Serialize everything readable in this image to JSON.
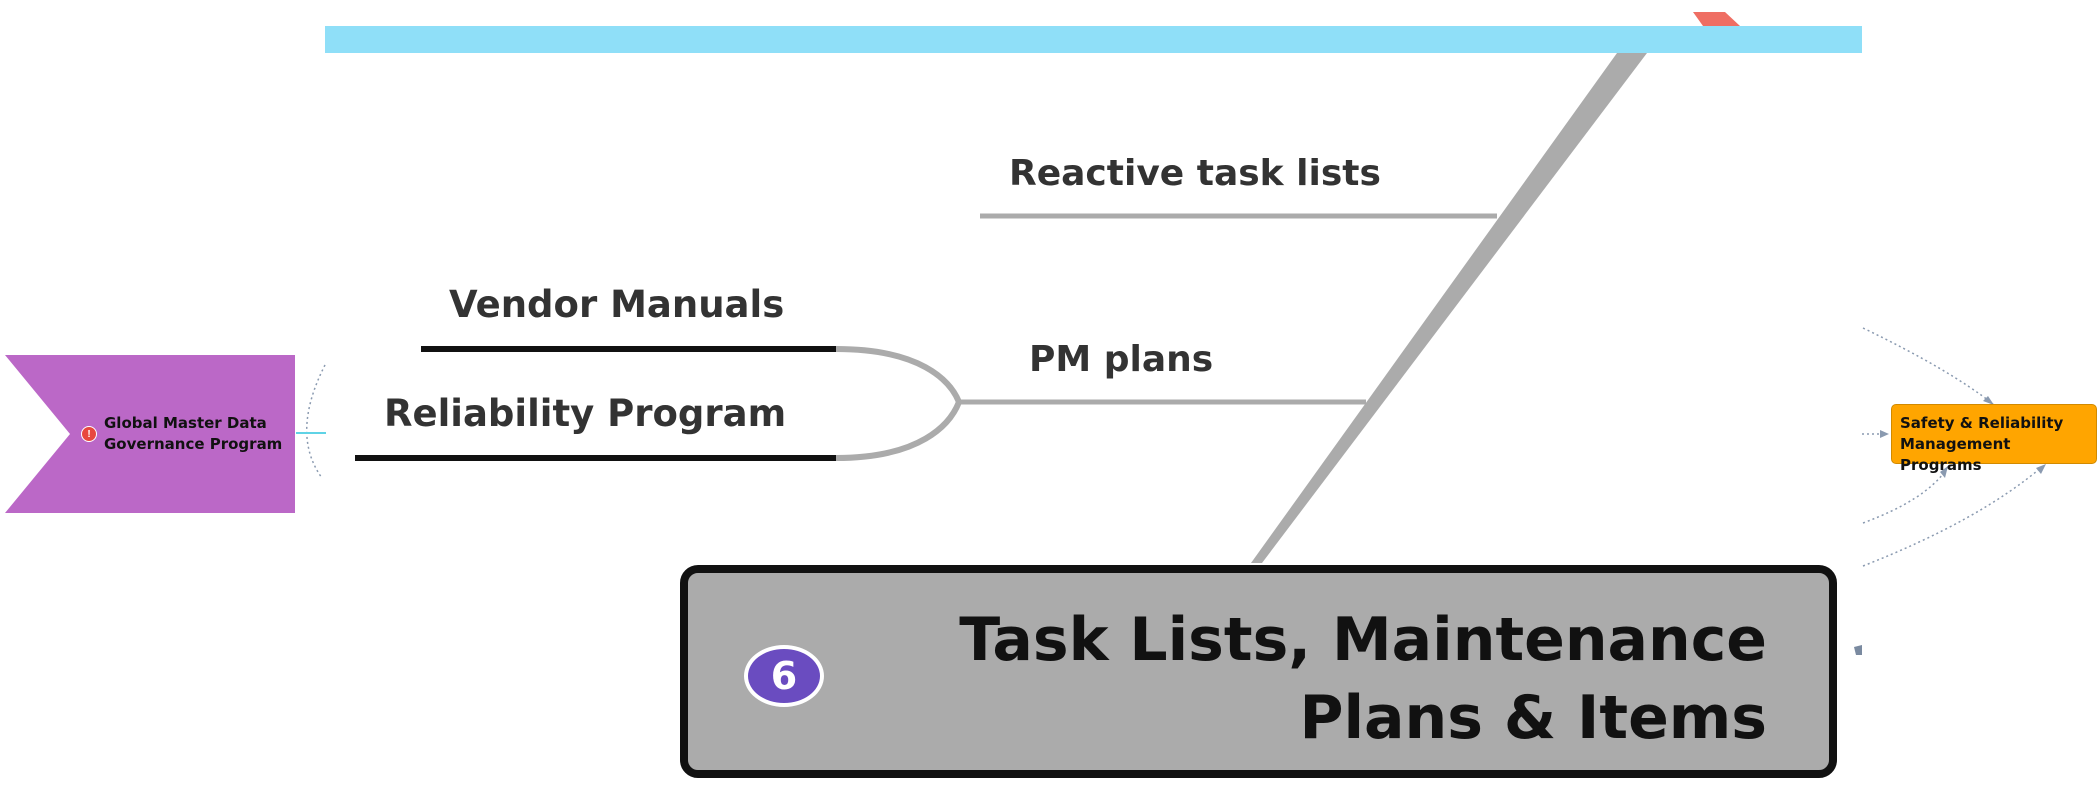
{
  "diagram": {
    "main_topic": {
      "badge": "6",
      "title": "Task Lists, Maintenance\nPlans & Items"
    },
    "branches": [
      {
        "label": "Reactive task lists"
      },
      {
        "label": "PM plans",
        "sub_branches": [
          {
            "label": "Vendor Manuals"
          },
          {
            "label": "Reliability Program"
          }
        ]
      }
    ],
    "left_node": {
      "label": "Global Master Data\nGovernance Program",
      "alert_badge": "!"
    },
    "right_node": {
      "label": "Safety & Reliability\nManagement Programs"
    }
  },
  "colors": {
    "spine_blue": "#8fdff8",
    "branch_gray": "#ababab",
    "main_box_fill": "#ababab",
    "badge_purple": "#6a4cc0",
    "left_node_fill": "#bb68c7",
    "right_node_fill": "#ffa500",
    "alert_red": "#e8473f",
    "corner_marker": "#ef6e63"
  }
}
